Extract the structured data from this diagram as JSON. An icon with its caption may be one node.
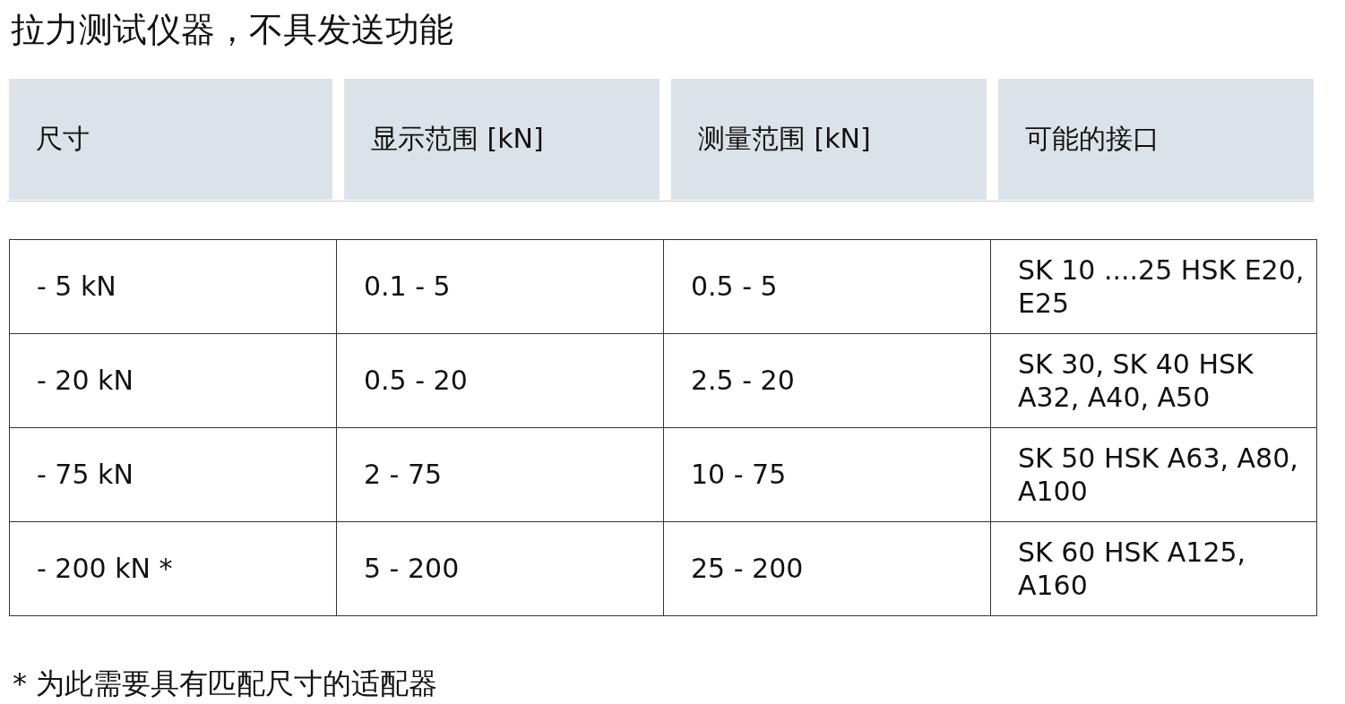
{
  "diagram": {
    "title": "拉力测试仪器，不具发送功能",
    "labels": [
      "尺寸",
      "显示范围 [kN]",
      "测量范围 [kN]",
      "可能的接口",
      "- 5 kN",
      "0.1 - 5",
      "0.5 - 5",
      "SK 10 ....25 HSK E20, E25",
      "- 20 kN",
      "0.5 - 20",
      "2.5 - 20",
      "SK 30, SK 40 HSK A32, A40, A50",
      "- 75 kN",
      "2 - 75",
      "10 - 75",
      "SK 50 HSK A63, A80, A100",
      "- 200 kN *",
      "5 - 200",
      "25 - 200",
      "SK 60 HSK A125, A160",
      "* 为此需要具有匹配尺寸的适配器"
    ]
  }
}
